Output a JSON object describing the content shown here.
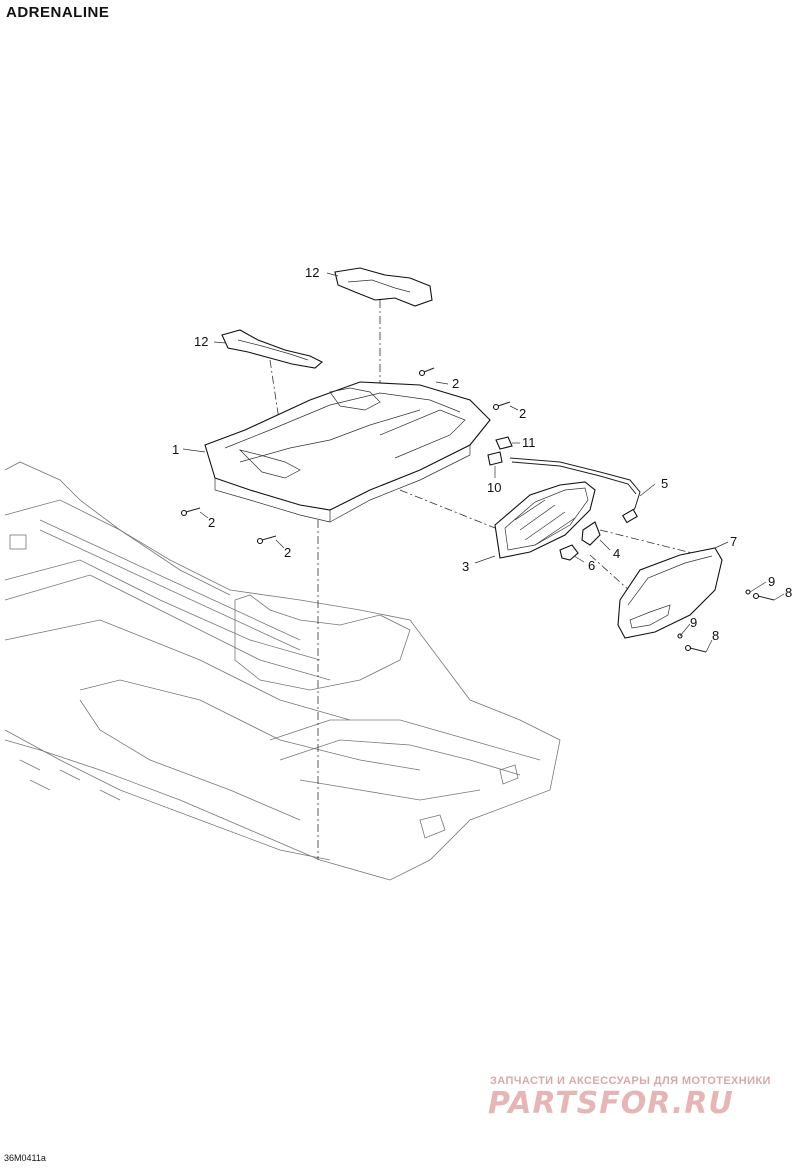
{
  "header": {
    "title": "ADRENALINE"
  },
  "footer": {
    "code": "36M0411a"
  },
  "watermark": {
    "caption": "ЗАПЧАСТИ И АКСЕССУАРЫ ДЛЯ МОТОТЕХНИКИ",
    "logo": "PARTSFOR.RU"
  },
  "callouts": {
    "c1": "1",
    "c2a": "2",
    "c2b": "2",
    "c2c": "2",
    "c2d": "2",
    "c3": "3",
    "c4": "4",
    "c5": "5",
    "c6": "6",
    "c7": "7",
    "c8a": "8",
    "c8b": "8",
    "c9a": "9",
    "c9b": "9",
    "c10": "10",
    "c11": "11",
    "c12a": "12",
    "c12b": "12"
  },
  "colors": {
    "line": "#222222",
    "watermark": "#e6b6b6"
  }
}
